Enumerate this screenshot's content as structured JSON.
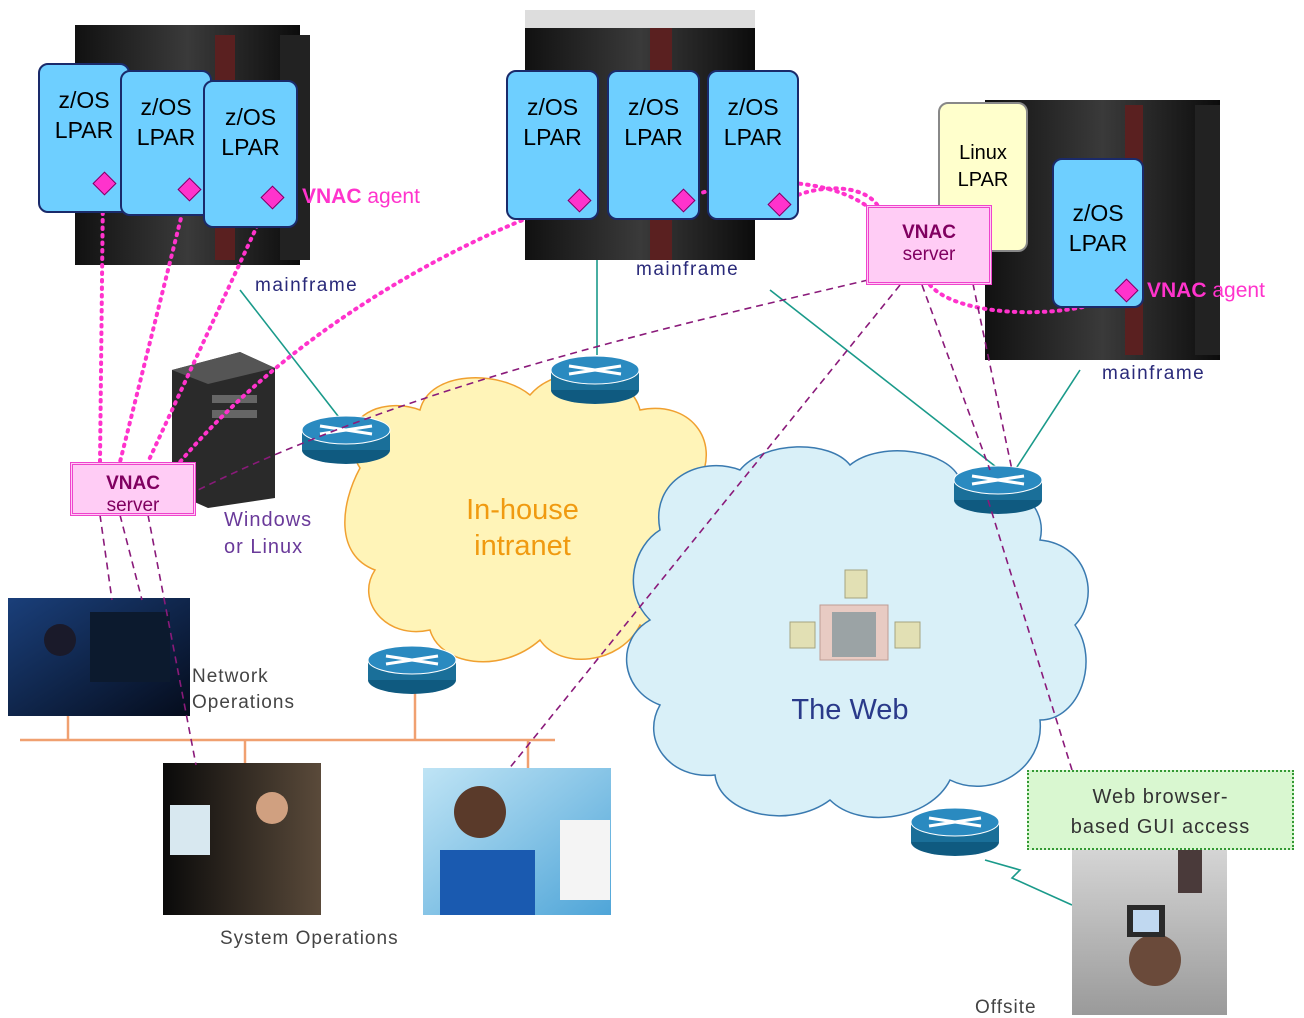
{
  "lpars": {
    "zos": "z/OS",
    "lpar": "LPAR",
    "linux": "Linux"
  },
  "vnac": {
    "brand": "VNAC",
    "server": "server",
    "agent": "agent"
  },
  "mainframe_label": "mainframe",
  "windows_linux": [
    "Windows",
    "or Linux"
  ],
  "intranet": [
    "In-house",
    "intranet"
  ],
  "web": "The Web",
  "network_operations": [
    "Network",
    "Operations"
  ],
  "system_operations": "System Operations",
  "gui_access": [
    "Web browser-",
    "based GUI access"
  ],
  "offsite": "Offsite",
  "colors": {
    "lpar_fill": "#6ecfff",
    "vnac_pink": "#ff33cc",
    "intranet_fill": "#fff4b8",
    "web_fill": "#d9f0f8",
    "router": "#1a6f99"
  }
}
